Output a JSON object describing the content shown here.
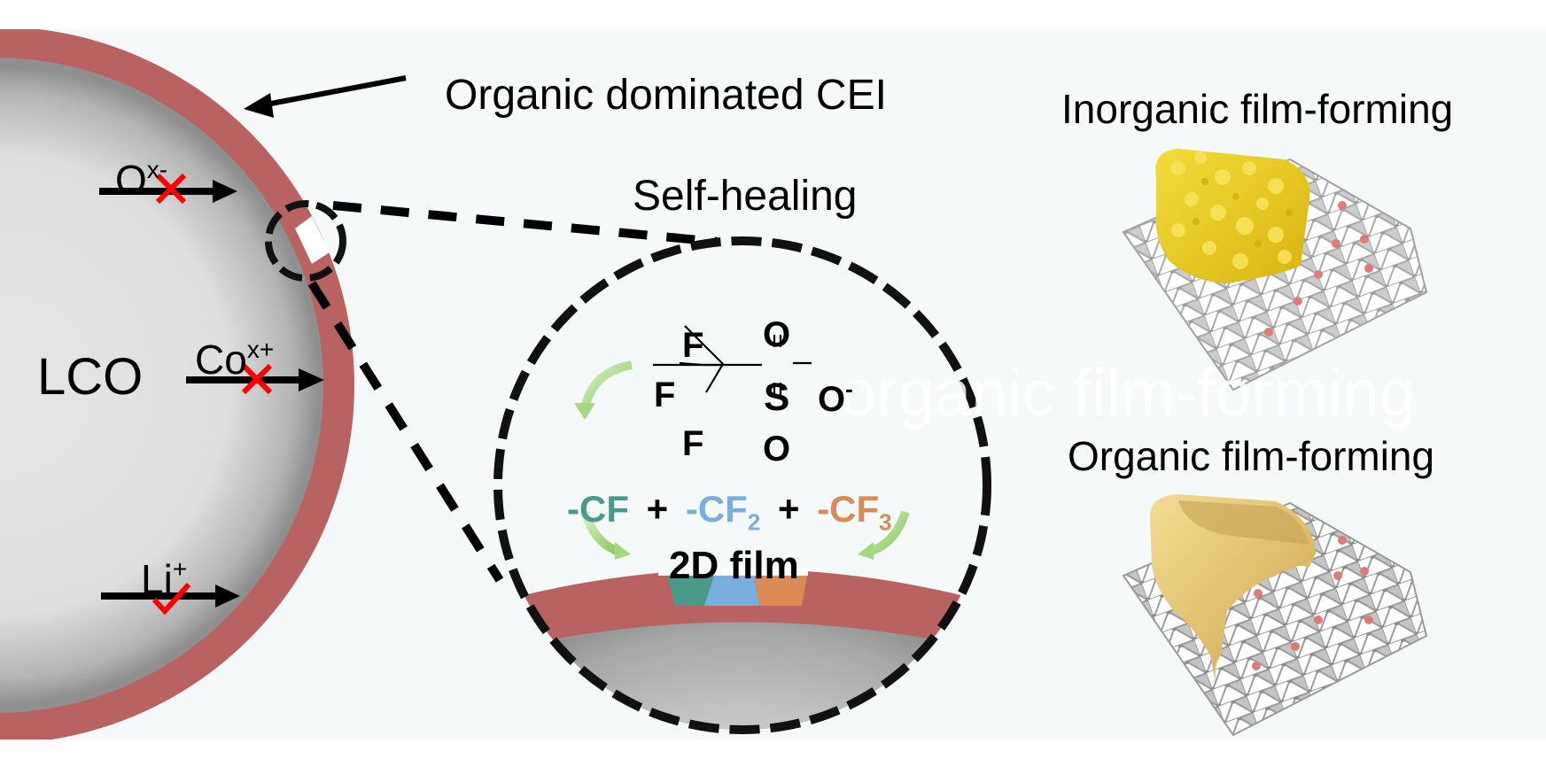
{
  "colors": {
    "panel_bg": "#f5f9fa",
    "cei_shell": "#b86262",
    "particle_light": "#e6e6e6",
    "particle_dark": "#8f8f8f",
    "block_red": "#ff0000",
    "cf": "#4a9a8c",
    "cf2": "#7aaee0",
    "cf3": "#d98a55",
    "green_arrow": "#8ccc5a",
    "inorganic_film": "#e8c61c",
    "organic_film": "#e6c875",
    "lattice": "#a8a8a8",
    "li_atoms": "#e07a7a"
  },
  "particle": {
    "label": "LCO",
    "species": [
      {
        "name": "O",
        "superscript": "x-",
        "status": "blocked",
        "icon": "cross-icon"
      },
      {
        "name": "Co",
        "superscript": "x+",
        "status": "blocked",
        "icon": "cross-icon"
      },
      {
        "name": "Li",
        "superscript": "+",
        "status": "passes",
        "icon": "check-icon"
      }
    ]
  },
  "callouts": {
    "cei": "Organic dominated CEI",
    "self_healing": "Self-healing"
  },
  "zoom_view": {
    "molecule": {
      "name": "triflate anion",
      "atoms": {
        "F": "F",
        "S": "S",
        "O": "O",
        "O_minus": "O",
        "charge": "-"
      }
    },
    "fragments": [
      {
        "text": "-CF",
        "sub": "",
        "color_key": "cf"
      },
      {
        "text": "-CF",
        "sub": "2",
        "color_key": "cf2"
      },
      {
        "text": "-CF",
        "sub": "3",
        "color_key": "cf3"
      }
    ],
    "plus": "+",
    "film_label": "2D film"
  },
  "right_panel": {
    "inorganic_title": "Inorganic film-forming",
    "organic_title": "Organic film-forming",
    "watermark": "organic film-forming"
  }
}
